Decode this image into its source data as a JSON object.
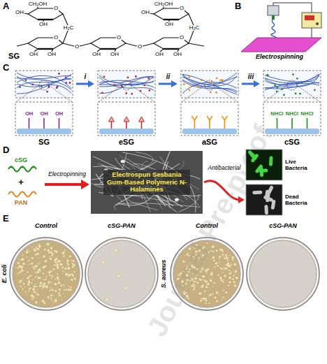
{
  "diagram": {
    "nodes": [
      {
        "text": [
          "OH",
          "OH",
          "OH",
          "SG"
        ]
      },
      {
        "text": [
          "eSG"
        ]
      },
      {
        "text": [
          "aSG"
        ]
      },
      {
        "text": [
          "NHCl",
          "NHCl",
          "NHCl",
          "cSG"
        ]
      },
      {
        "text": [
          "Electrospun Sesbania Gum-Based Polymeric N-Halamines"
        ]
      },
      {
        "text": [
          "Live Bacteria"
        ]
      },
      {
        "text": [
          "Dead Bacteria"
        ]
      }
    ],
    "edges": [
      {
        "from": 0,
        "to": 1,
        "label": "i",
        "arrow": "to"
      },
      {
        "from": 1,
        "to": 2,
        "label": "ii",
        "arrow": "to"
      },
      {
        "from": 2,
        "to": 3,
        "label": "iii",
        "arrow": "to"
      },
      {
        "from": 4,
        "to": 6,
        "label": "Antibacterial",
        "arrow": "to"
      }
    ],
    "labels": [
      "A",
      "CH₂OH",
      "OH",
      "O",
      "OH",
      "H₂C",
      "CH₂OH",
      "OH",
      "O",
      "OH",
      "H₂C",
      "O",
      "OH",
      "OH",
      "O",
      "O",
      "OH",
      "OH",
      "O",
      "O",
      "OH",
      "OH",
      "SG",
      "B",
      "Electrospinning",
      "C",
      "D",
      "cSG",
      "+",
      "PAN",
      "Electropinning",
      "E",
      "Control",
      "cSG-PAN",
      "Control",
      "cSG-PAN",
      "E. coli",
      "S. aureus",
      "Journal Pre-proof"
    ]
  }
}
